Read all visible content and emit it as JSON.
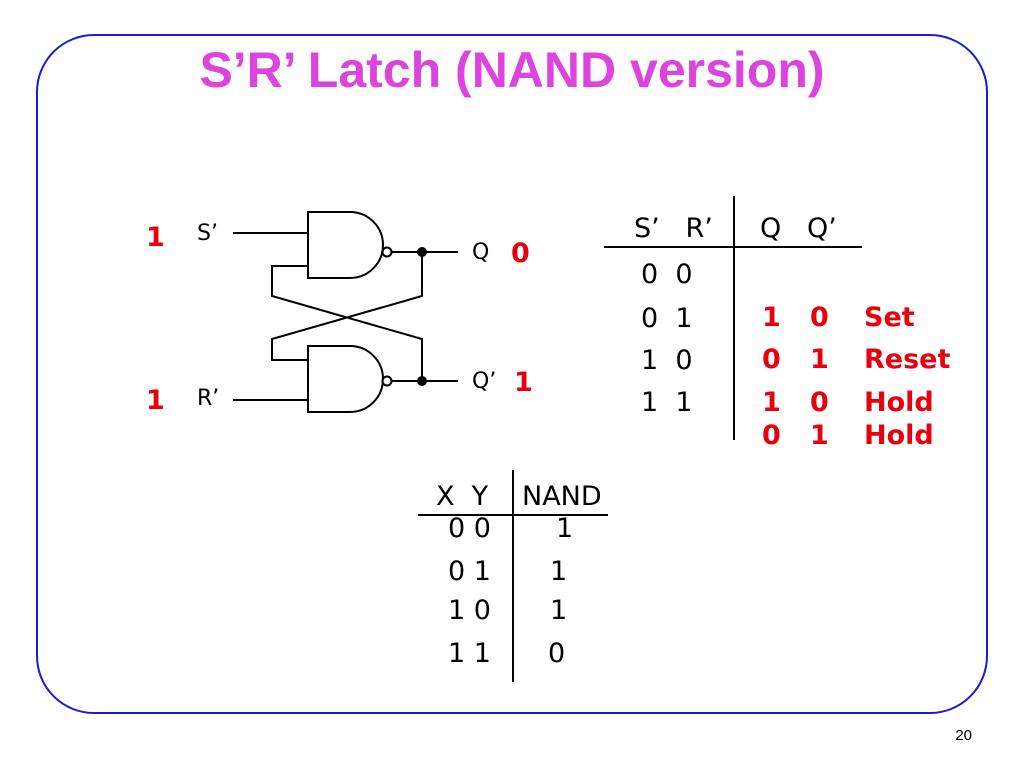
{
  "slide": {
    "title": "S’R’ Latch (NAND version)",
    "title_color": "#dd44dd",
    "frame_color": "#1a1ad6",
    "page_number": "20"
  },
  "circuit": {
    "input_top_value": "1",
    "input_top_label": "S’",
    "input_bottom_value": "1",
    "input_bottom_label": "R’",
    "output_top_label": "Q",
    "output_top_value": "0",
    "output_bottom_label": "Q’",
    "output_bottom_value": "1",
    "value_color": "#e8000b"
  },
  "latch_table": {
    "headers": [
      "S’   R’",
      "Q   Q’"
    ],
    "inputs": [
      "0  0",
      "0  1",
      "1  0",
      "1  1"
    ],
    "outputs": [
      {
        "q": "1",
        "qn": "0",
        "state": "Set"
      },
      {
        "q": "0",
        "qn": "1",
        "state": "Reset"
      },
      {
        "q": "1",
        "qn": "0",
        "state": "Hold"
      },
      {
        "q": "0",
        "qn": "1",
        "state": "Hold"
      }
    ]
  },
  "nand_table": {
    "headers": [
      "X  Y",
      "NAND"
    ],
    "rows": [
      {
        "xy": "0 0",
        "out": "1"
      },
      {
        "xy": "0 1",
        "out": "1"
      },
      {
        "xy": "1 0",
        "out": "1"
      },
      {
        "xy": "1 1",
        "out": "0"
      }
    ]
  }
}
